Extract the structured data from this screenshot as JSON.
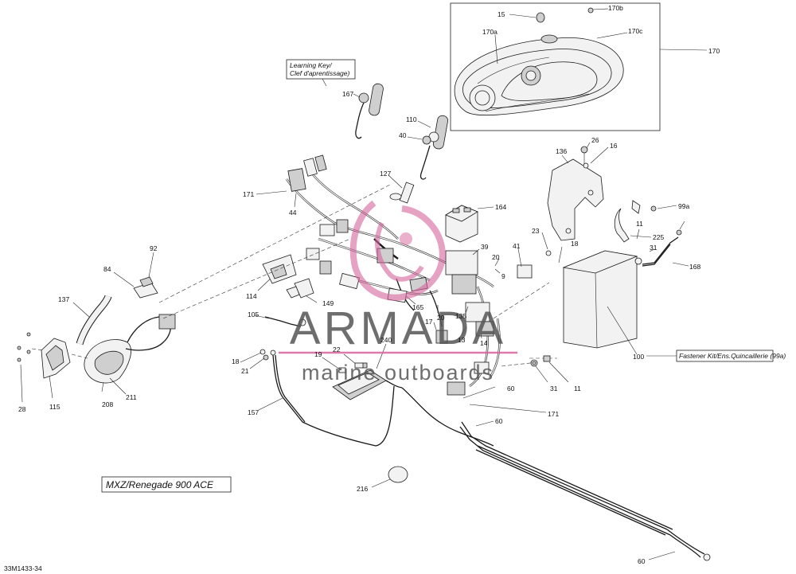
{
  "diagram": {
    "callouts": [
      {
        "id": "c15",
        "text": "15"
      },
      {
        "id": "c170b",
        "text": "170b"
      },
      {
        "id": "c170a",
        "text": "170a"
      },
      {
        "id": "c170c",
        "text": "170c"
      },
      {
        "id": "c170",
        "text": "170"
      },
      {
        "id": "c167",
        "text": "167"
      },
      {
        "id": "c110",
        "text": "110"
      },
      {
        "id": "c40",
        "text": "40"
      },
      {
        "id": "c136",
        "text": "136"
      },
      {
        "id": "c26",
        "text": "26"
      },
      {
        "id": "c16",
        "text": "16"
      },
      {
        "id": "c171a",
        "text": "171"
      },
      {
        "id": "c44",
        "text": "44"
      },
      {
        "id": "c127",
        "text": "127"
      },
      {
        "id": "c164",
        "text": "164"
      },
      {
        "id": "c99a",
        "text": "99a"
      },
      {
        "id": "c11a",
        "text": "11"
      },
      {
        "id": "c225",
        "text": "225"
      },
      {
        "id": "c31a",
        "text": "31"
      },
      {
        "id": "c168",
        "text": "168"
      },
      {
        "id": "c92",
        "text": "92"
      },
      {
        "id": "c84",
        "text": "84"
      },
      {
        "id": "c23",
        "text": "23"
      },
      {
        "id": "c18a",
        "text": "18"
      },
      {
        "id": "c39",
        "text": "39"
      },
      {
        "id": "c41",
        "text": "41"
      },
      {
        "id": "c20a",
        "text": "20"
      },
      {
        "id": "c9",
        "text": "9"
      },
      {
        "id": "c114",
        "text": "114"
      },
      {
        "id": "c149",
        "text": "149"
      },
      {
        "id": "c165",
        "text": "165"
      },
      {
        "id": "c20b",
        "text": "20"
      },
      {
        "id": "c137",
        "text": "137"
      },
      {
        "id": "c105",
        "text": "105"
      },
      {
        "id": "c17",
        "text": "17"
      },
      {
        "id": "c135",
        "text": "135"
      },
      {
        "id": "c13",
        "text": "13"
      },
      {
        "id": "c14",
        "text": "14"
      },
      {
        "id": "c100",
        "text": "100"
      },
      {
        "id": "c18b",
        "text": "18"
      },
      {
        "id": "c21",
        "text": "21"
      },
      {
        "id": "c19",
        "text": "19"
      },
      {
        "id": "c22",
        "text": "22"
      },
      {
        "id": "c240",
        "text": "240"
      },
      {
        "id": "c60a",
        "text": "60"
      },
      {
        "id": "c31b",
        "text": "31"
      },
      {
        "id": "c11b",
        "text": "11"
      },
      {
        "id": "c211",
        "text": "211"
      },
      {
        "id": "c208",
        "text": "208"
      },
      {
        "id": "c115",
        "text": "115"
      },
      {
        "id": "c28",
        "text": "28"
      },
      {
        "id": "c157",
        "text": "157"
      },
      {
        "id": "c171b",
        "text": "171"
      },
      {
        "id": "c60b",
        "text": "60"
      },
      {
        "id": "c216",
        "text": "216"
      },
      {
        "id": "c60c",
        "text": "60"
      }
    ],
    "learning_key_line1": "Learning Key/",
    "learning_key_line2": "Clef d'aprentissage)",
    "fastener_note": "Fastener Kit/Ens.Quincaillerie (99a)",
    "model_label": "MXZ/Renegade 900 ACE",
    "drawing_number": "33M1433-34"
  },
  "watermark": {
    "brand": "ARMADA",
    "tagline": "marine outboards",
    "accent_color": "#d6649b",
    "text_color": "#555555"
  }
}
